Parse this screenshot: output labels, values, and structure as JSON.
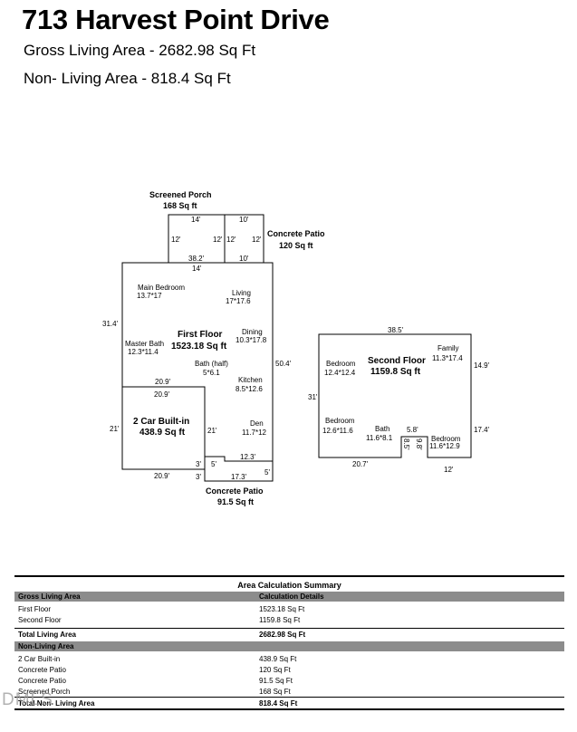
{
  "header": {
    "address": "713 Harvest Point Drive",
    "gross_living": "Gross Living Area - 2682.98 Sq Ft",
    "non_living": "Non- Living Area - 818.4 Sq Ft"
  },
  "plan": {
    "screened_porch": {
      "name": "Screened Porch",
      "area": "168 Sq ft",
      "d_top": "14'",
      "d_bottom": "14'",
      "d_left": "12'",
      "d_right": "12'"
    },
    "patio_top": {
      "name": "Concrete Patio",
      "area": "120 Sq ft",
      "d_top": "10'",
      "d_bottom": "10'",
      "d_left": "12'",
      "d_right": "12'"
    },
    "first_floor": {
      "name": "First Floor",
      "area": "1523.18 Sq ft",
      "d_top_outer": "38.2'",
      "d_left": "31.4'",
      "d_right": "50.4'",
      "d_mid": "20.9'",
      "rooms": [
        {
          "name": "Main Bedroom",
          "size": "13.7*17"
        },
        {
          "name": "Living",
          "size": "17*17.6"
        },
        {
          "name": "Dining",
          "size": "10.3*17.8"
        },
        {
          "name": "Master Bath",
          "size": "12.3*11.4"
        },
        {
          "name": "Bath (half)",
          "size": "5*6.1"
        },
        {
          "name": "Kitchen",
          "size": "8.5*12.6"
        },
        {
          "name": "Den",
          "size": "11.7*12"
        }
      ]
    },
    "garage": {
      "name": "2 Car Built-in",
      "area": "438.9 Sq ft",
      "d_top": "20.9'",
      "d_left": "21'",
      "d_right": "21'",
      "d_bottom": "20.9'"
    },
    "patio_bottom": {
      "name": "Concrete Patio",
      "area": "91.5 Sq ft",
      "d_top": "12.3'",
      "d_bottom": "17.3'",
      "d_left": "3'",
      "d_left2": "3'",
      "d_step": "5'",
      "d_right": "5'"
    },
    "second_floor": {
      "name": "Second Floor",
      "area": "1159.8 Sq ft",
      "d_top": "38.5'",
      "d_left": "31'",
      "d_right_top": "14.9'",
      "d_right_bottom": "17.4'",
      "d_bottom_left": "20.7'",
      "d_bottom_right": "12'",
      "d_notch_top": "5.8'",
      "d_notch_left": "8.5'",
      "d_notch_right": "9.8'",
      "rooms": [
        {
          "name": "Family",
          "size": "11.3*17.4"
        },
        {
          "name": "Bedroom",
          "size": "12.4*12.4"
        },
        {
          "name": "Bedroom",
          "size": "12.6*11.6"
        },
        {
          "name": "Bath",
          "size": "11.6*8.1"
        },
        {
          "name": "Bedroom",
          "size": "11.6*12.9"
        }
      ]
    }
  },
  "summary": {
    "title": "Area Calculation Summary",
    "living_header": "Gross Living Area",
    "details_header": "Calculation Details",
    "living_rows": [
      {
        "label": "First Floor",
        "value": "1523.18 Sq Ft"
      },
      {
        "label": "Second Floor",
        "value": "1159.8 Sq Ft"
      }
    ],
    "living_total": {
      "label": "Total Living Area",
      "value": "2682.98 Sq Ft"
    },
    "non_living_header": "Non-Living Area",
    "non_living_rows": [
      {
        "label": "2 Car Built-in",
        "value": "438.9 Sq Ft"
      },
      {
        "label": "Concrete Patio",
        "value": "120 Sq Ft"
      },
      {
        "label": "Concrete Patio",
        "value": "91.5 Sq Ft"
      },
      {
        "label": "Screened Porch",
        "value": "168 Sq Ft"
      }
    ],
    "non_living_total": {
      "label": "Total Non- Living Area",
      "value": "818.4 Sq Ft"
    }
  },
  "watermark": "DMLS"
}
